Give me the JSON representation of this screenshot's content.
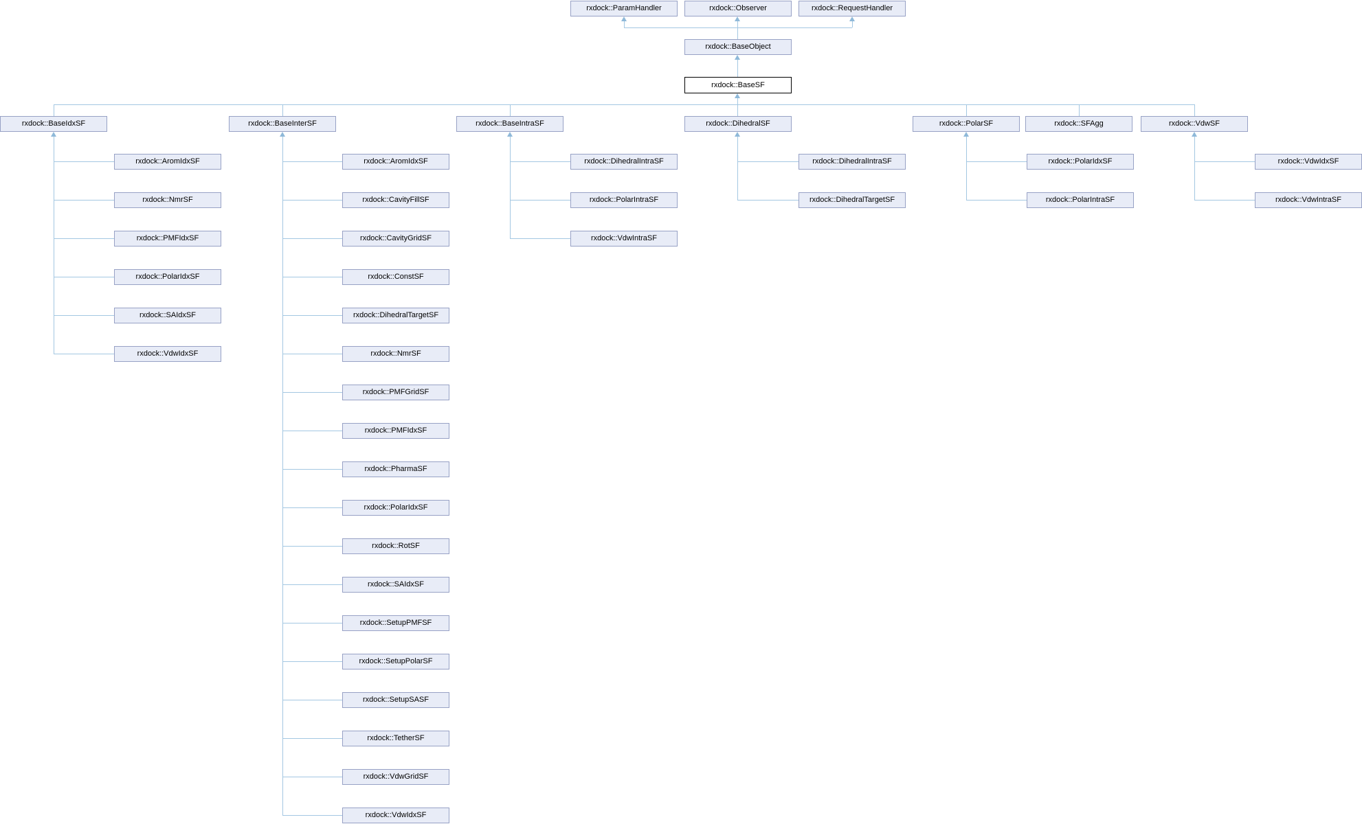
{
  "diagram": {
    "kind": "class-inheritance-graph",
    "root_class": "rxdock::BaseSF"
  },
  "colors": {
    "background": "#ffffff",
    "node_fill": "#e8ecf7",
    "node_border": "#97a1c5",
    "highlight_fill": "#ffffff",
    "highlight_border": "#000000",
    "edge": "#a3c7e2",
    "arrow": "#8fb9d9",
    "text": "#000000"
  },
  "nodes": {
    "param_handler": "rxdock::ParamHandler",
    "observer": "rxdock::Observer",
    "request_handler": "rxdock::RequestHandler",
    "base_object": "rxdock::BaseObject",
    "base_sf": "rxdock::BaseSF",
    "base_idx_sf": "rxdock::BaseIdxSF",
    "base_inter_sf": "rxdock::BaseInterSF",
    "base_intra_sf": "rxdock::BaseIntraSF",
    "dihedral_sf": "rxdock::DihedralSF",
    "polar_sf": "rxdock::PolarSF",
    "sf_agg": "rxdock::SFAgg",
    "vdw_sf": "rxdock::VdwSF",
    "idx_aromidx": "rxdock::AromIdxSF",
    "idx_nmr": "rxdock::NmrSF",
    "idx_pmfidx": "rxdock::PMFIdxSF",
    "idx_polaridx": "rxdock::PolarIdxSF",
    "idx_saidx": "rxdock::SAIdxSF",
    "idx_vdwidx": "rxdock::VdwIdxSF",
    "inter_aromidx": "rxdock::AromIdxSF",
    "inter_cavityfill": "rxdock::CavityFillSF",
    "inter_cavitygrid": "rxdock::CavityGridSF",
    "inter_const": "rxdock::ConstSF",
    "inter_dihedraltarget": "rxdock::DihedralTargetSF",
    "inter_nmr": "rxdock::NmrSF",
    "inter_pmfgrid": "rxdock::PMFGridSF",
    "inter_pmfidx": "rxdock::PMFIdxSF",
    "inter_pharma": "rxdock::PharmaSF",
    "inter_polaridx": "rxdock::PolarIdxSF",
    "inter_rot": "rxdock::RotSF",
    "inter_saidx": "rxdock::SAIdxSF",
    "inter_setuppmf": "rxdock::SetupPMFSF",
    "inter_setuppolar": "rxdock::SetupPolarSF",
    "inter_setupsa": "rxdock::SetupSASF",
    "inter_tether": "rxdock::TetherSF",
    "inter_vdwgrid": "rxdock::VdwGridSF",
    "inter_vdwidx": "rxdock::VdwIdxSF",
    "intra_dihedral": "rxdock::DihedralIntraSF",
    "intra_polar": "rxdock::PolarIntraSF",
    "intra_vdw": "rxdock::VdwIntraSF",
    "dih_intra": "rxdock::DihedralIntraSF",
    "dih_target": "rxdock::DihedralTargetSF",
    "polar_idx": "rxdock::PolarIdxSF",
    "polar_intra": "rxdock::PolarIntraSF",
    "vdw_idx": "rxdock::VdwIdxSF",
    "vdw_intra": "rxdock::VdwIntraSF"
  },
  "edges": [
    {
      "derived": "base_object",
      "base": "param_handler"
    },
    {
      "derived": "base_object",
      "base": "observer"
    },
    {
      "derived": "base_object",
      "base": "request_handler"
    },
    {
      "derived": "base_sf",
      "base": "base_object"
    },
    {
      "derived": "base_idx_sf",
      "base": "base_sf"
    },
    {
      "derived": "base_inter_sf",
      "base": "base_sf"
    },
    {
      "derived": "base_intra_sf",
      "base": "base_sf"
    },
    {
      "derived": "dihedral_sf",
      "base": "base_sf"
    },
    {
      "derived": "polar_sf",
      "base": "base_sf"
    },
    {
      "derived": "sf_agg",
      "base": "base_sf"
    },
    {
      "derived": "vdw_sf",
      "base": "base_sf"
    },
    {
      "derived": "idx_aromidx",
      "base": "base_idx_sf"
    },
    {
      "derived": "idx_nmr",
      "base": "base_idx_sf"
    },
    {
      "derived": "idx_pmfidx",
      "base": "base_idx_sf"
    },
    {
      "derived": "idx_polaridx",
      "base": "base_idx_sf"
    },
    {
      "derived": "idx_saidx",
      "base": "base_idx_sf"
    },
    {
      "derived": "idx_vdwidx",
      "base": "base_idx_sf"
    },
    {
      "derived": "inter_aromidx",
      "base": "base_inter_sf"
    },
    {
      "derived": "inter_cavityfill",
      "base": "base_inter_sf"
    },
    {
      "derived": "inter_cavitygrid",
      "base": "base_inter_sf"
    },
    {
      "derived": "inter_const",
      "base": "base_inter_sf"
    },
    {
      "derived": "inter_dihedraltarget",
      "base": "base_inter_sf"
    },
    {
      "derived": "inter_nmr",
      "base": "base_inter_sf"
    },
    {
      "derived": "inter_pmfgrid",
      "base": "base_inter_sf"
    },
    {
      "derived": "inter_pmfidx",
      "base": "base_inter_sf"
    },
    {
      "derived": "inter_pharma",
      "base": "base_inter_sf"
    },
    {
      "derived": "inter_polaridx",
      "base": "base_inter_sf"
    },
    {
      "derived": "inter_rot",
      "base": "base_inter_sf"
    },
    {
      "derived": "inter_saidx",
      "base": "base_inter_sf"
    },
    {
      "derived": "inter_setuppmf",
      "base": "base_inter_sf"
    },
    {
      "derived": "inter_setuppolar",
      "base": "base_inter_sf"
    },
    {
      "derived": "inter_setupsa",
      "base": "base_inter_sf"
    },
    {
      "derived": "inter_tether",
      "base": "base_inter_sf"
    },
    {
      "derived": "inter_vdwgrid",
      "base": "base_inter_sf"
    },
    {
      "derived": "inter_vdwidx",
      "base": "base_inter_sf"
    },
    {
      "derived": "intra_dihedral",
      "base": "base_intra_sf"
    },
    {
      "derived": "intra_polar",
      "base": "base_intra_sf"
    },
    {
      "derived": "intra_vdw",
      "base": "base_intra_sf"
    },
    {
      "derived": "dih_intra",
      "base": "dihedral_sf"
    },
    {
      "derived": "dih_target",
      "base": "dihedral_sf"
    },
    {
      "derived": "polar_idx",
      "base": "polar_sf"
    },
    {
      "derived": "polar_intra",
      "base": "polar_sf"
    },
    {
      "derived": "vdw_idx",
      "base": "vdw_sf"
    },
    {
      "derived": "vdw_intra",
      "base": "vdw_sf"
    }
  ]
}
